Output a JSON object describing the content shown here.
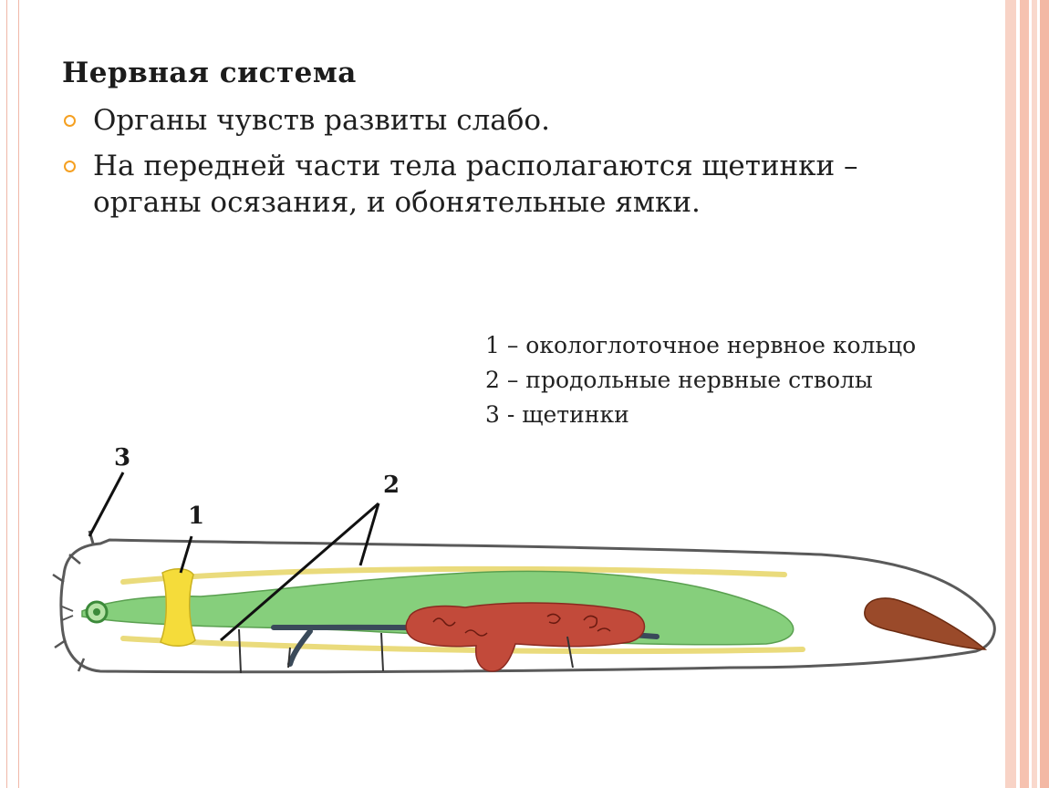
{
  "slide": {
    "title": "Нервная система",
    "bullets": [
      "Органы чувств развиты слабо.",
      "На передней части тела располагаются щетинки – органы осязания, и обонятельные ямки."
    ],
    "legend": [
      "1 – окологлоточное нервное кольцо",
      "2 – продольные нервные стволы",
      "3 - щетинки"
    ],
    "callouts": {
      "c1": "1",
      "c2": "2",
      "c3": "3"
    }
  },
  "colors": {
    "bullet_accent": "#f5a021",
    "frame": "#f6c6b6",
    "nerve_ring": "#f5dc3a",
    "gut": "#86cf7c",
    "gonad": "#c24a3a",
    "tail_organ": "#9a4a2a",
    "nerve_cord": "#e9dc7a",
    "vessel": "#3a4a5a"
  },
  "icons": [
    "bullet-ring-icon"
  ]
}
